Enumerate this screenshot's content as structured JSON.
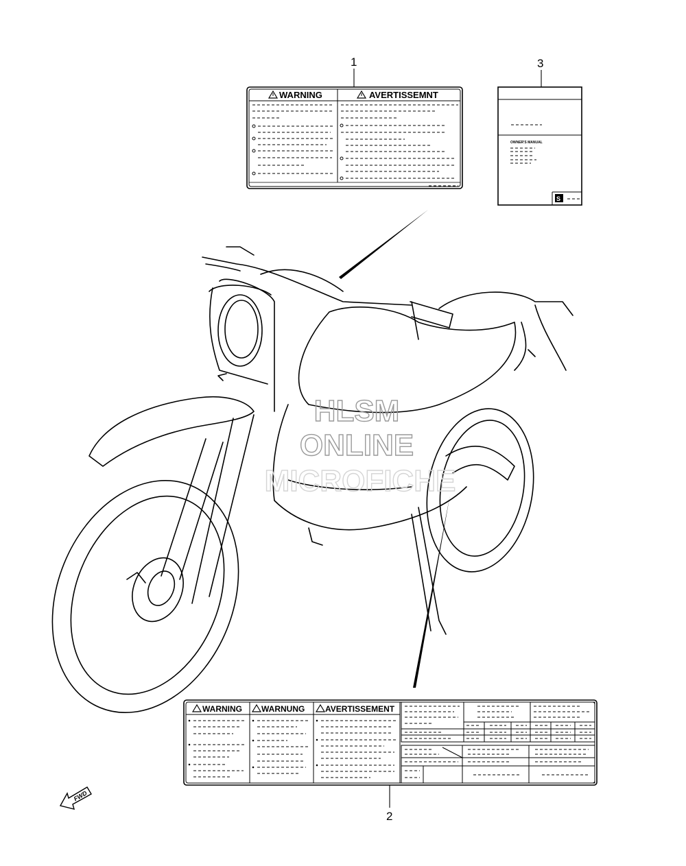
{
  "callouts": {
    "label_warning": "1",
    "label_info": "2",
    "manual": "3"
  },
  "label1": {
    "col1_heading": "WARNING",
    "col2_heading": "AVERTISSEMNT"
  },
  "manual": {
    "title": "OWNER'S MANUAL"
  },
  "label2": {
    "col1_heading": "WARNING",
    "col2_heading": "WARNUNG",
    "col3_heading": "AVERTISSEMENT"
  },
  "watermark": {
    "line1": "HLSM",
    "line2": "ONLINE",
    "line3": "MICROFICHE"
  },
  "direction": {
    "label": "FWD"
  },
  "icons": [
    "warning-triangle-icon",
    "fwd-arrow-icon",
    "suzuki-logo-icon"
  ]
}
